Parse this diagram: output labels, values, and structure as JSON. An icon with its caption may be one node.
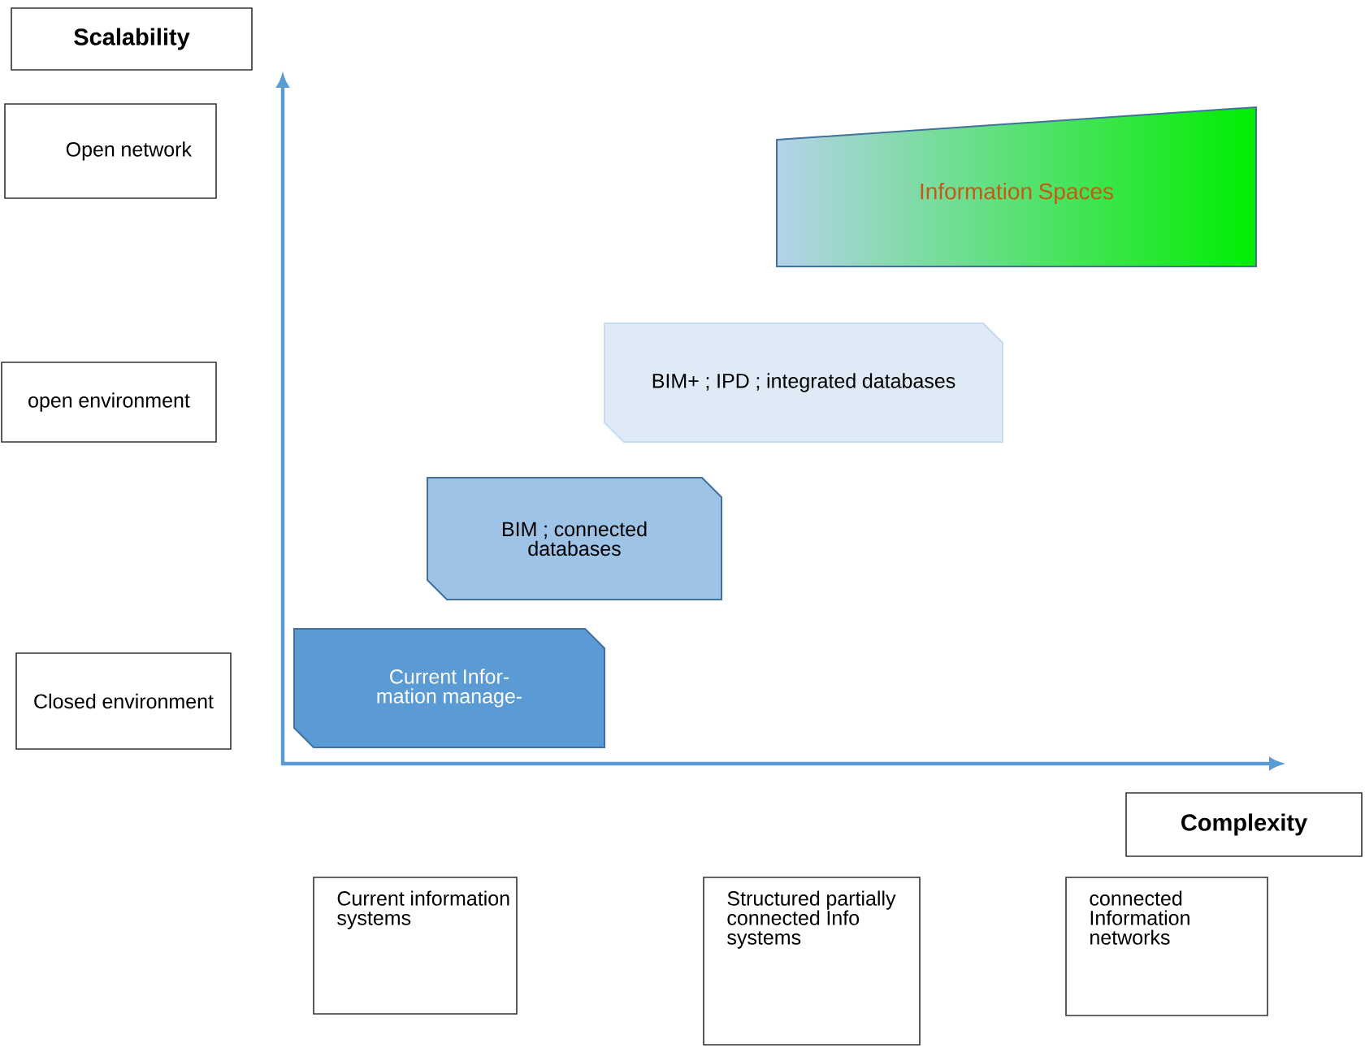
{
  "diagram": {
    "nodes": [
      {
        "text": [
          "Scalability"
        ]
      },
      {
        "text": [
          "Open network"
        ]
      },
      {
        "text": [
          "Information Spaces"
        ]
      },
      {
        "text": [
          "open environment"
        ]
      },
      {
        "text": [
          "BIM+ ; IPD ; integrated databases"
        ]
      },
      {
        "text": [
          "BIM ; connected databases"
        ]
      },
      {
        "text": [
          "Closed environment"
        ]
      },
      {
        "text": [
          "Current Infor- mation manage-"
        ]
      },
      {
        "text": [
          "Complexity"
        ]
      },
      {
        "text": [
          "Current information systems"
        ]
      },
      {
        "text": [
          "Structured partially connected Info systems"
        ]
      },
      {
        "text": [
          "connected Information networks"
        ]
      }
    ]
  }
}
